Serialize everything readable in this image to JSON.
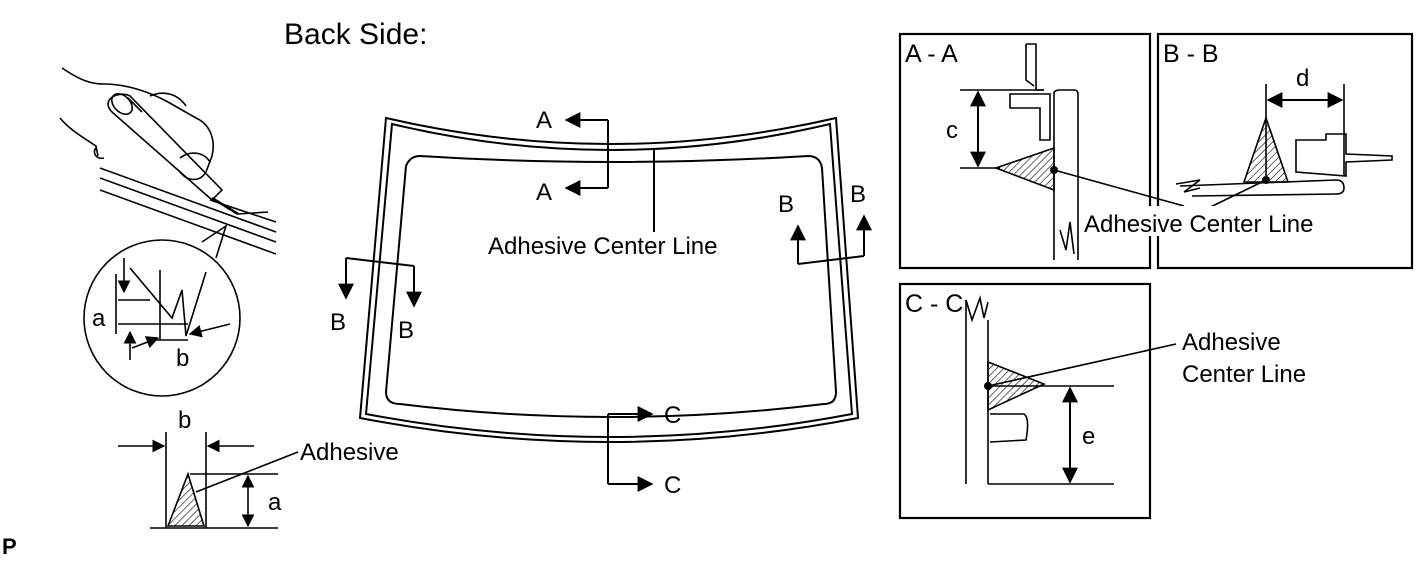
{
  "main": {
    "title": "Back Side:",
    "adhesive_center_line": "Adhesive Center Line",
    "section_a": "A",
    "section_b": "B",
    "section_c": "C"
  },
  "left": {
    "dim_a": "a",
    "dim_b": "b",
    "adhesive": "Adhesive"
  },
  "details": {
    "aa_title": "A - A",
    "bb_title": "B - B",
    "cc_title": "C - C",
    "dim_c": "c",
    "dim_d": "d",
    "dim_e": "e",
    "adhesive_center_line": "Adhesive Center Line",
    "adhesive_word": "Adhesive",
    "center_line_word": "Center Line"
  },
  "footer": {
    "code": "P"
  },
  "colors": {
    "line": "#000000",
    "background": "#ffffff"
  }
}
